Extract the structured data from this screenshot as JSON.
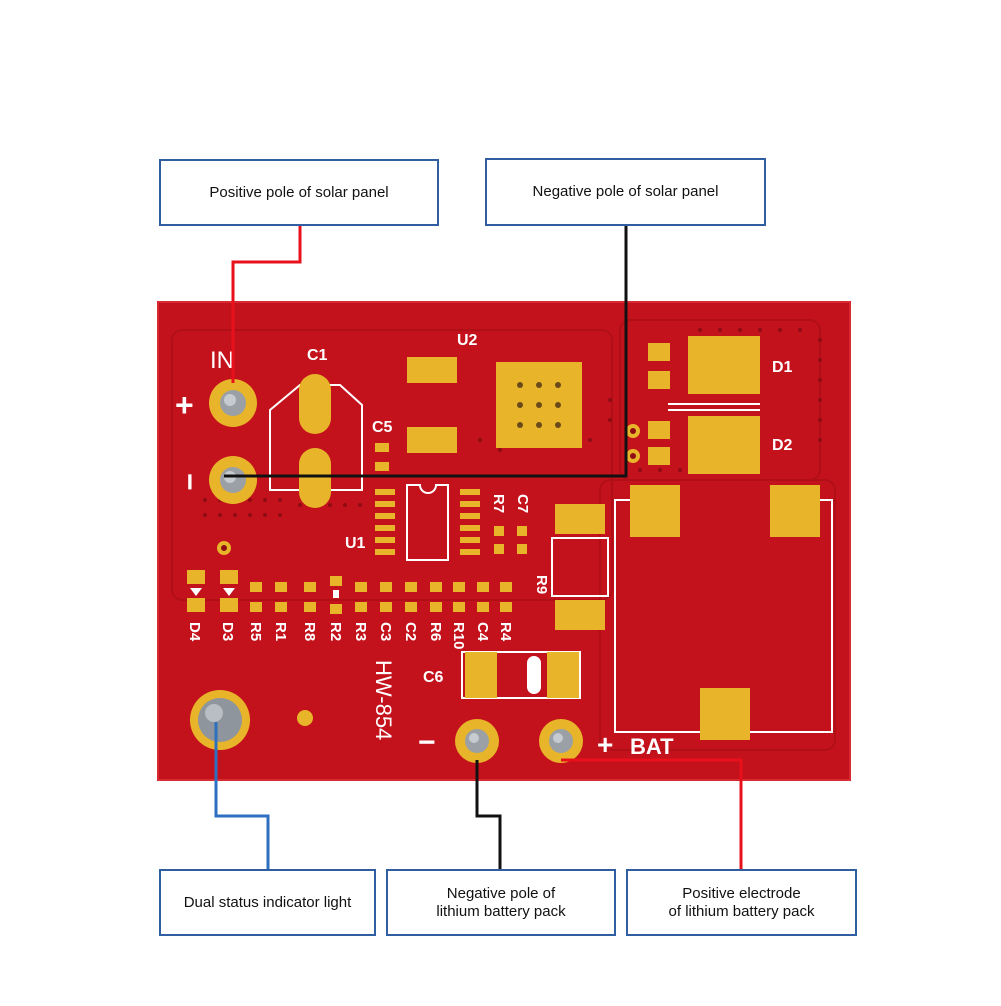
{
  "labels": {
    "positive_solar": "Positive pole of solar panel",
    "negative_solar": "Negative pole of solar panel",
    "status_light": "Dual status indicator light",
    "negative_battery": "Negative pole of\nlithium battery pack",
    "positive_battery": "Positive electrode\nof lithium battery pack"
  },
  "board": {
    "model": "HW-854",
    "in_label": "IN",
    "plus": "+",
    "minus": "−",
    "bat_label": "BAT",
    "designators": {
      "c1": "C1",
      "u2": "U2",
      "c5": "C5",
      "u1": "U1",
      "d1": "D1",
      "d2": "D2",
      "r7": "R7",
      "c7": "C7",
      "r9": "R9",
      "c6": "C6",
      "d4": "D4",
      "d3": "D3",
      "r5": "R5",
      "r1": "R1",
      "r8": "R8",
      "r2": "R2",
      "r3": "R3",
      "c3": "C3",
      "c2": "C2",
      "r6": "R6",
      "r10": "R10",
      "c4": "C4",
      "r4": "R4"
    }
  },
  "colors": {
    "board": "#c4121c",
    "pad": "#e8b52a",
    "callout_border": "#2f5fa0",
    "wire_red": "#e8101a",
    "wire_black": "#111111",
    "wire_blue": "#2f6fc0"
  }
}
